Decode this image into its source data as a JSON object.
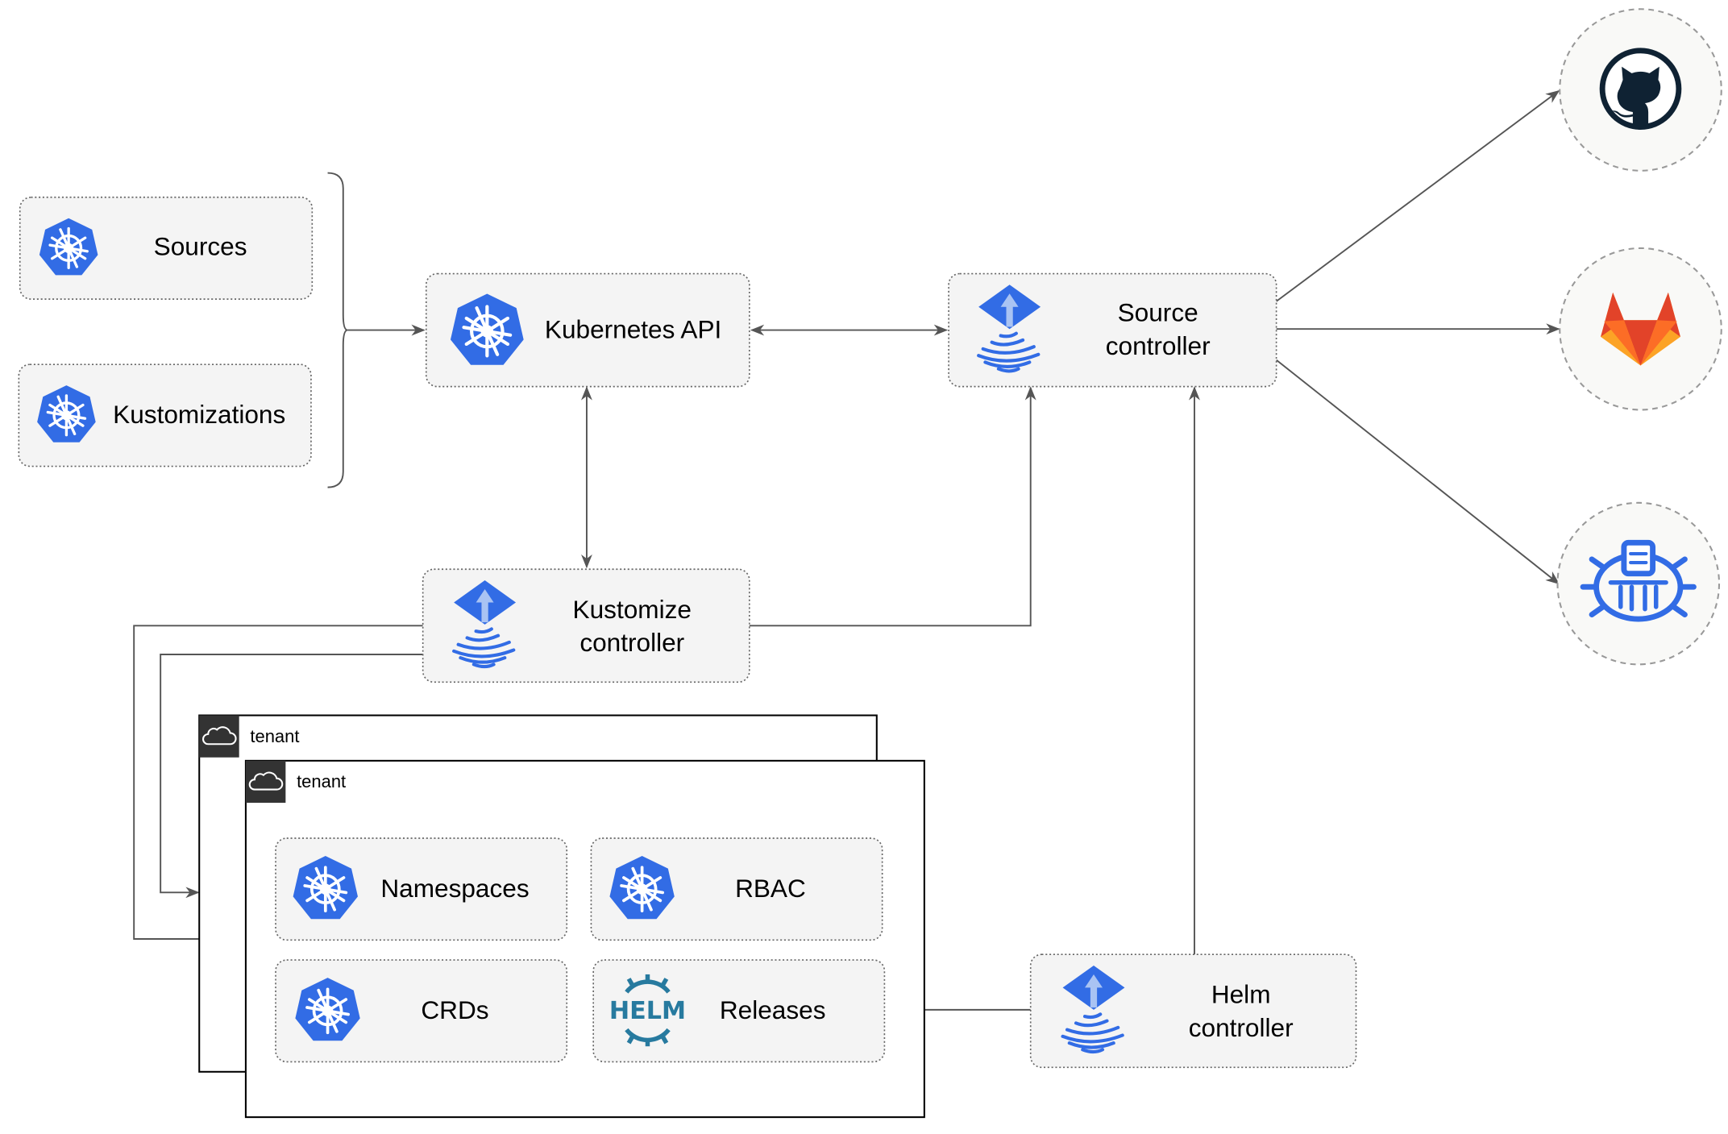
{
  "nodes": {
    "sources": "Sources",
    "kustomizations": "Kustomizations",
    "kubernetes_api": "Kubernetes API",
    "source_controller": [
      "Source",
      "controller"
    ],
    "kustomize_controller": [
      "Kustomize",
      "controller"
    ],
    "helm_controller": [
      "Helm",
      "controller"
    ],
    "namespaces": "Namespaces",
    "rbac": "RBAC",
    "crds": "CRDs",
    "releases": "Releases"
  },
  "tenants": [
    {
      "label": "tenant"
    },
    {
      "label": "tenant"
    }
  ],
  "external_sources": [
    {
      "icon": "github-icon"
    },
    {
      "icon": "gitlab-icon"
    },
    {
      "icon": "bucket-icon"
    }
  ],
  "helm_logo_text": "HELM",
  "colors": {
    "kubernetes_blue": "#326ce5",
    "github_dark": "#0f2233",
    "gitlab_orange": "#e24329",
    "gitlab_light": "#fca326",
    "helm_blue": "#277a9f",
    "box_fill": "#f4f4f4"
  }
}
